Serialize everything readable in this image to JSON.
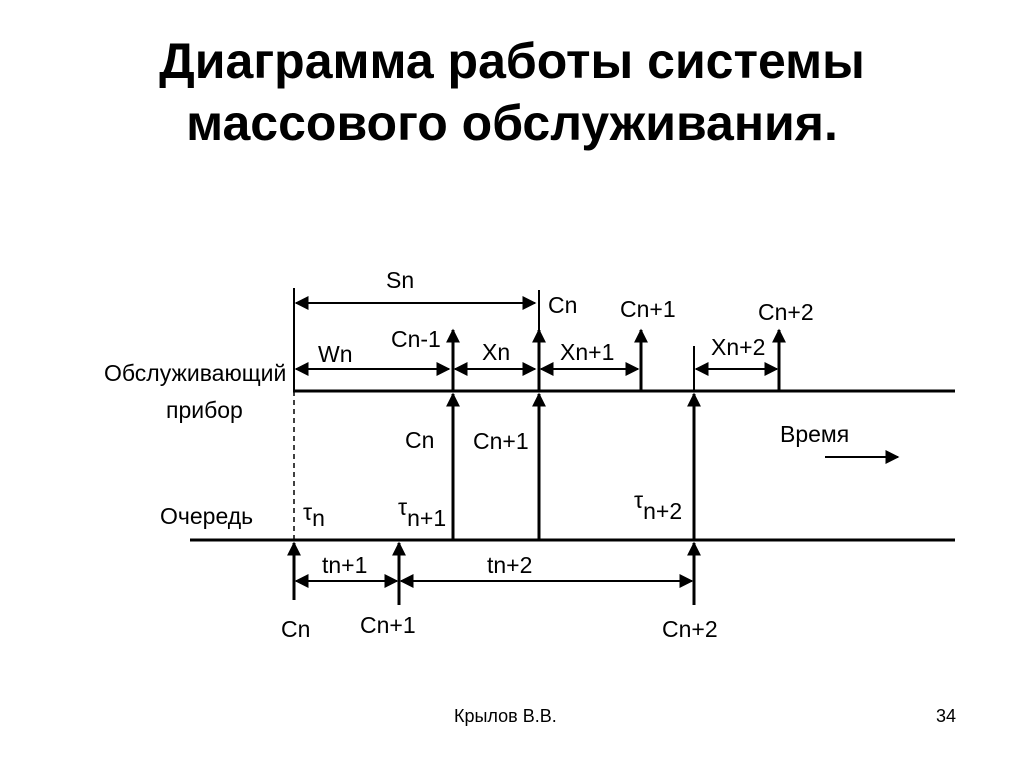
{
  "slide": {
    "title_line1": "Диаграмма работы системы",
    "title_line2": "массового обслуживания.",
    "author": "Крылов В.В.",
    "page_number": "34"
  },
  "diagram": {
    "server_axis_label_1": "Обслуживающий",
    "server_axis_label_2": "прибор",
    "queue_axis_label": "Очередь",
    "time_label": "Время",
    "span_labels": {
      "s_n": "Sn",
      "w_n": "Wn",
      "x_n": "Xn",
      "x_n1": "Xn+1",
      "x_n2": "Xn+2",
      "t_n1": "tn+1",
      "t_n2": "tn+2"
    },
    "server_event_labels": {
      "c_n_minus_1": "Cn-1",
      "c_n": "Cn",
      "c_n1": "Cn+1",
      "c_n2": "Cn+2"
    },
    "transfer_labels": {
      "c_n": "Cn",
      "c_n1": "Cn+1"
    },
    "arrival_labels": {
      "c_n": "Cn",
      "c_n1": "Cn+1",
      "c_n2": "Cn+2"
    },
    "tau_labels": {
      "symbol": "τ",
      "tau_n_sub": "n",
      "tau_n1_sub": "n+1",
      "tau_n2_sub": "n+2"
    }
  }
}
